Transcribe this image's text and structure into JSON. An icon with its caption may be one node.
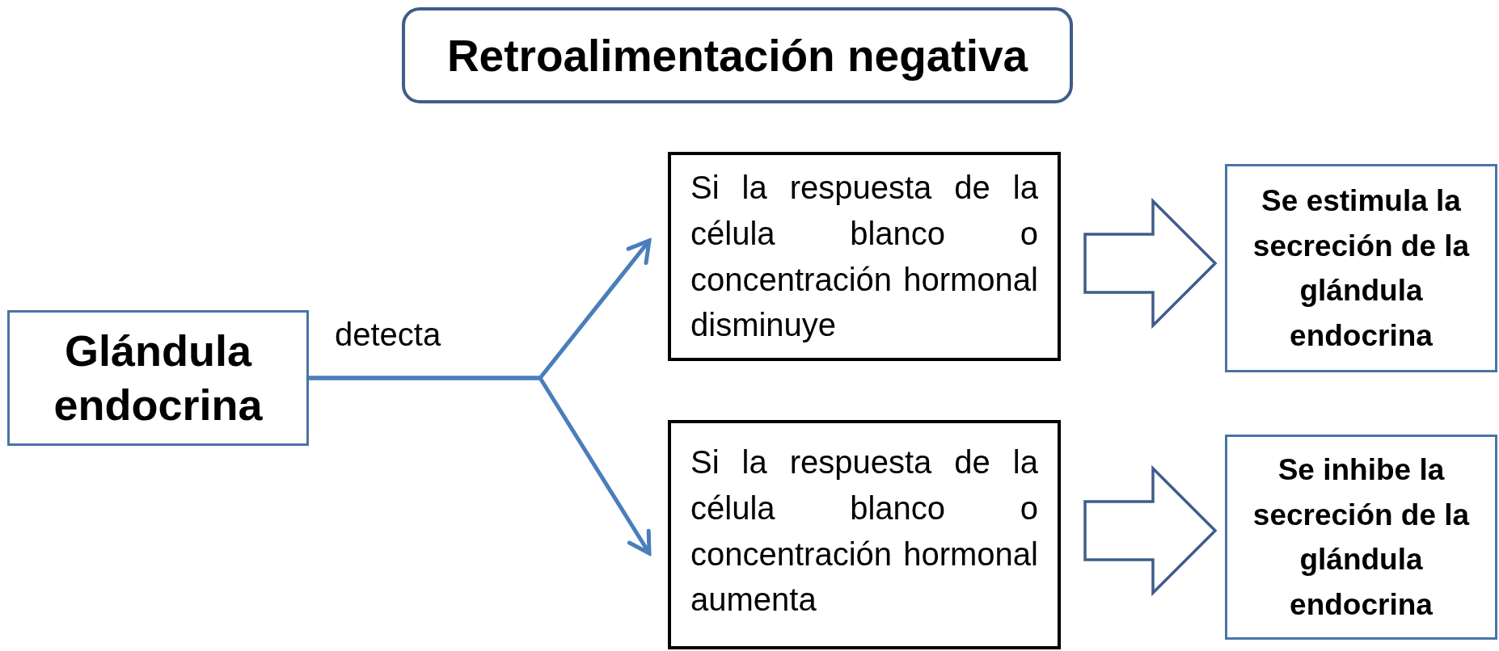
{
  "diagram": {
    "title": "Retroalimentación negativa",
    "nodes": [
      {
        "text": [
          "Glándula endocrina"
        ]
      },
      {
        "text": [
          "Si la respuesta de la célula blanco o concentración hormonal disminuye"
        ]
      },
      {
        "text": [
          "Si la respuesta de la célula blanco o concentración hormonal aumenta"
        ]
      },
      {
        "text": [
          "Se estimula la secreción de la glándula endocrina"
        ]
      },
      {
        "text": [
          "Se inhibe la secreción de la glándula endocrina"
        ]
      }
    ],
    "edges": [
      {
        "from": 0,
        "to": 1,
        "arrow": "to",
        "label": "detecta"
      },
      {
        "from": 0,
        "to": 2,
        "arrow": "to"
      },
      {
        "from": 1,
        "to": 3,
        "arrow": "to"
      },
      {
        "from": 2,
        "to": 4,
        "arrow": "to"
      }
    ]
  }
}
